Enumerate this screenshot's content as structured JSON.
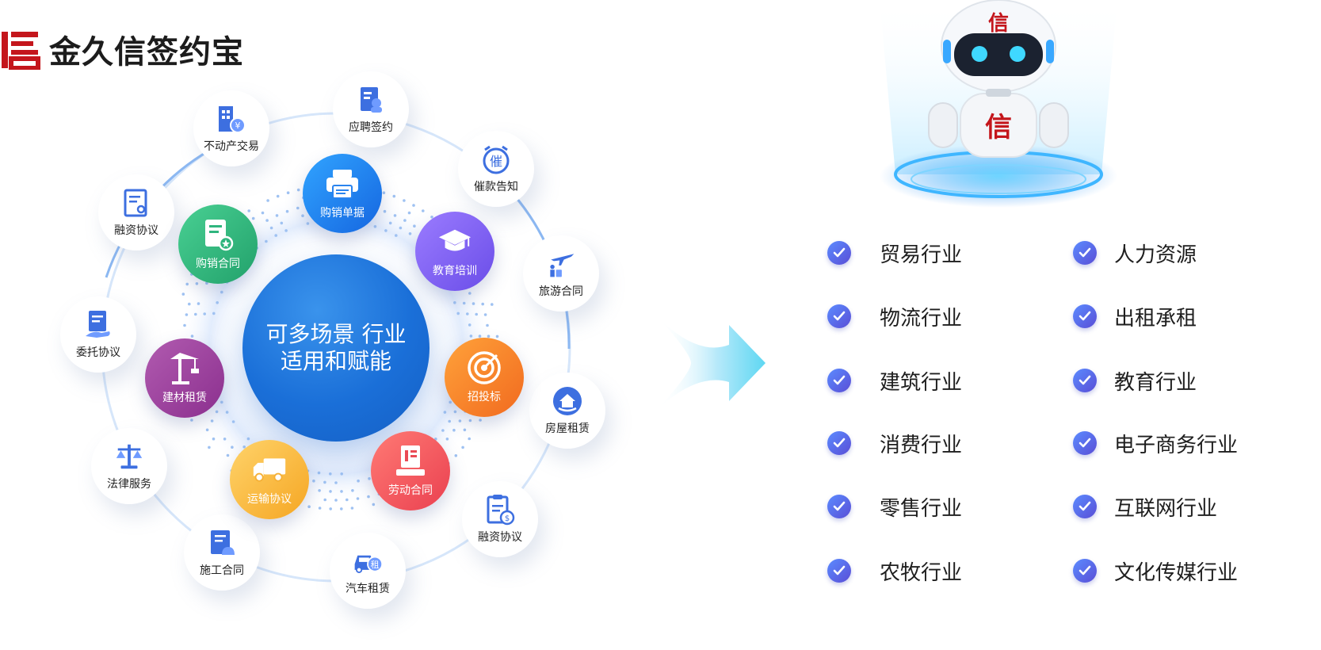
{
  "logo": {
    "text": "金久信签约宝",
    "mark_char": "信"
  },
  "center": {
    "line1": "可多场景 行业",
    "line2": "适用和赋能"
  },
  "outer_ring": [
    {
      "label": "应聘签约",
      "icon": "resume-icon"
    },
    {
      "label": "催款告知",
      "icon": "alarm-clock-icon"
    },
    {
      "label": "旅游合同",
      "icon": "airplane-traveler-icon"
    },
    {
      "label": "房屋租赁",
      "icon": "house-hand-icon"
    },
    {
      "label": "融资协议",
      "icon": "clipboard-money-icon"
    },
    {
      "label": "汽车租赁",
      "icon": "car-rent-icon"
    },
    {
      "label": "施工合同",
      "icon": "helmet-document-icon"
    },
    {
      "label": "法律服务",
      "icon": "scales-icon"
    },
    {
      "label": "委托协议",
      "icon": "hand-document-icon"
    },
    {
      "label": "融资协议",
      "icon": "document-seal-icon"
    },
    {
      "label": "不动产交易",
      "icon": "building-yen-icon"
    }
  ],
  "inner_ring": [
    {
      "label": "购销单据",
      "icon": "printer-icon",
      "color": "#1f8cf0"
    },
    {
      "label": "教育培训",
      "icon": "graduation-cap-icon",
      "color": "#7a5cf0"
    },
    {
      "label": "招投标",
      "icon": "target-icon",
      "color": "#f5822d"
    },
    {
      "label": "劳动合同",
      "icon": "document-pen-icon",
      "color": "#f25a5f"
    },
    {
      "label": "运输协议",
      "icon": "truck-icon",
      "color": "#f7b53a"
    },
    {
      "label": "建材租赁",
      "icon": "crane-icon",
      "color": "#9b3d9a"
    },
    {
      "label": "购销合同",
      "icon": "contract-star-icon",
      "color": "#2fb57e"
    }
  ],
  "industries_left": [
    "贸易行业",
    "物流行业",
    "建筑行业",
    "消费行业",
    "零售行业",
    "农牧行业"
  ],
  "industries_right": [
    "人力资源",
    "出租承租",
    "教育行业",
    "电子商务行业",
    "互联网行业",
    "文化传媒行业"
  ],
  "colors": {
    "brand_red": "#c4161c",
    "check_blue": "#5a6ff0"
  }
}
